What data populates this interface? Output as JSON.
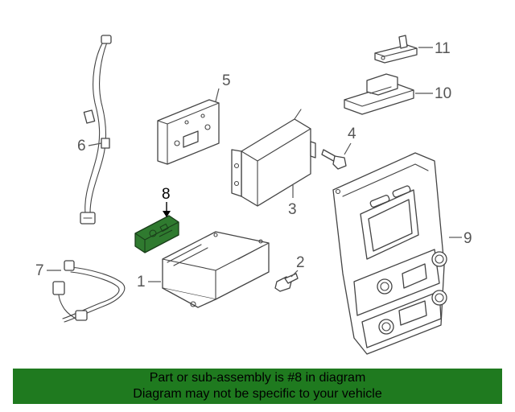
{
  "callouts": {
    "c1": "1",
    "c2": "2",
    "c3": "3",
    "c4": "4",
    "c5": "5",
    "c6": "6",
    "c7": "7",
    "c8": "8",
    "c9": "9",
    "c10": "10",
    "c11": "11"
  },
  "highlight_color": "#2f7a2f",
  "banner": {
    "line1": "Part or sub-assembly is #8 in diagram",
    "line2": "Diagram may not be specific to your vehicle",
    "color": "#1f7a1f"
  }
}
